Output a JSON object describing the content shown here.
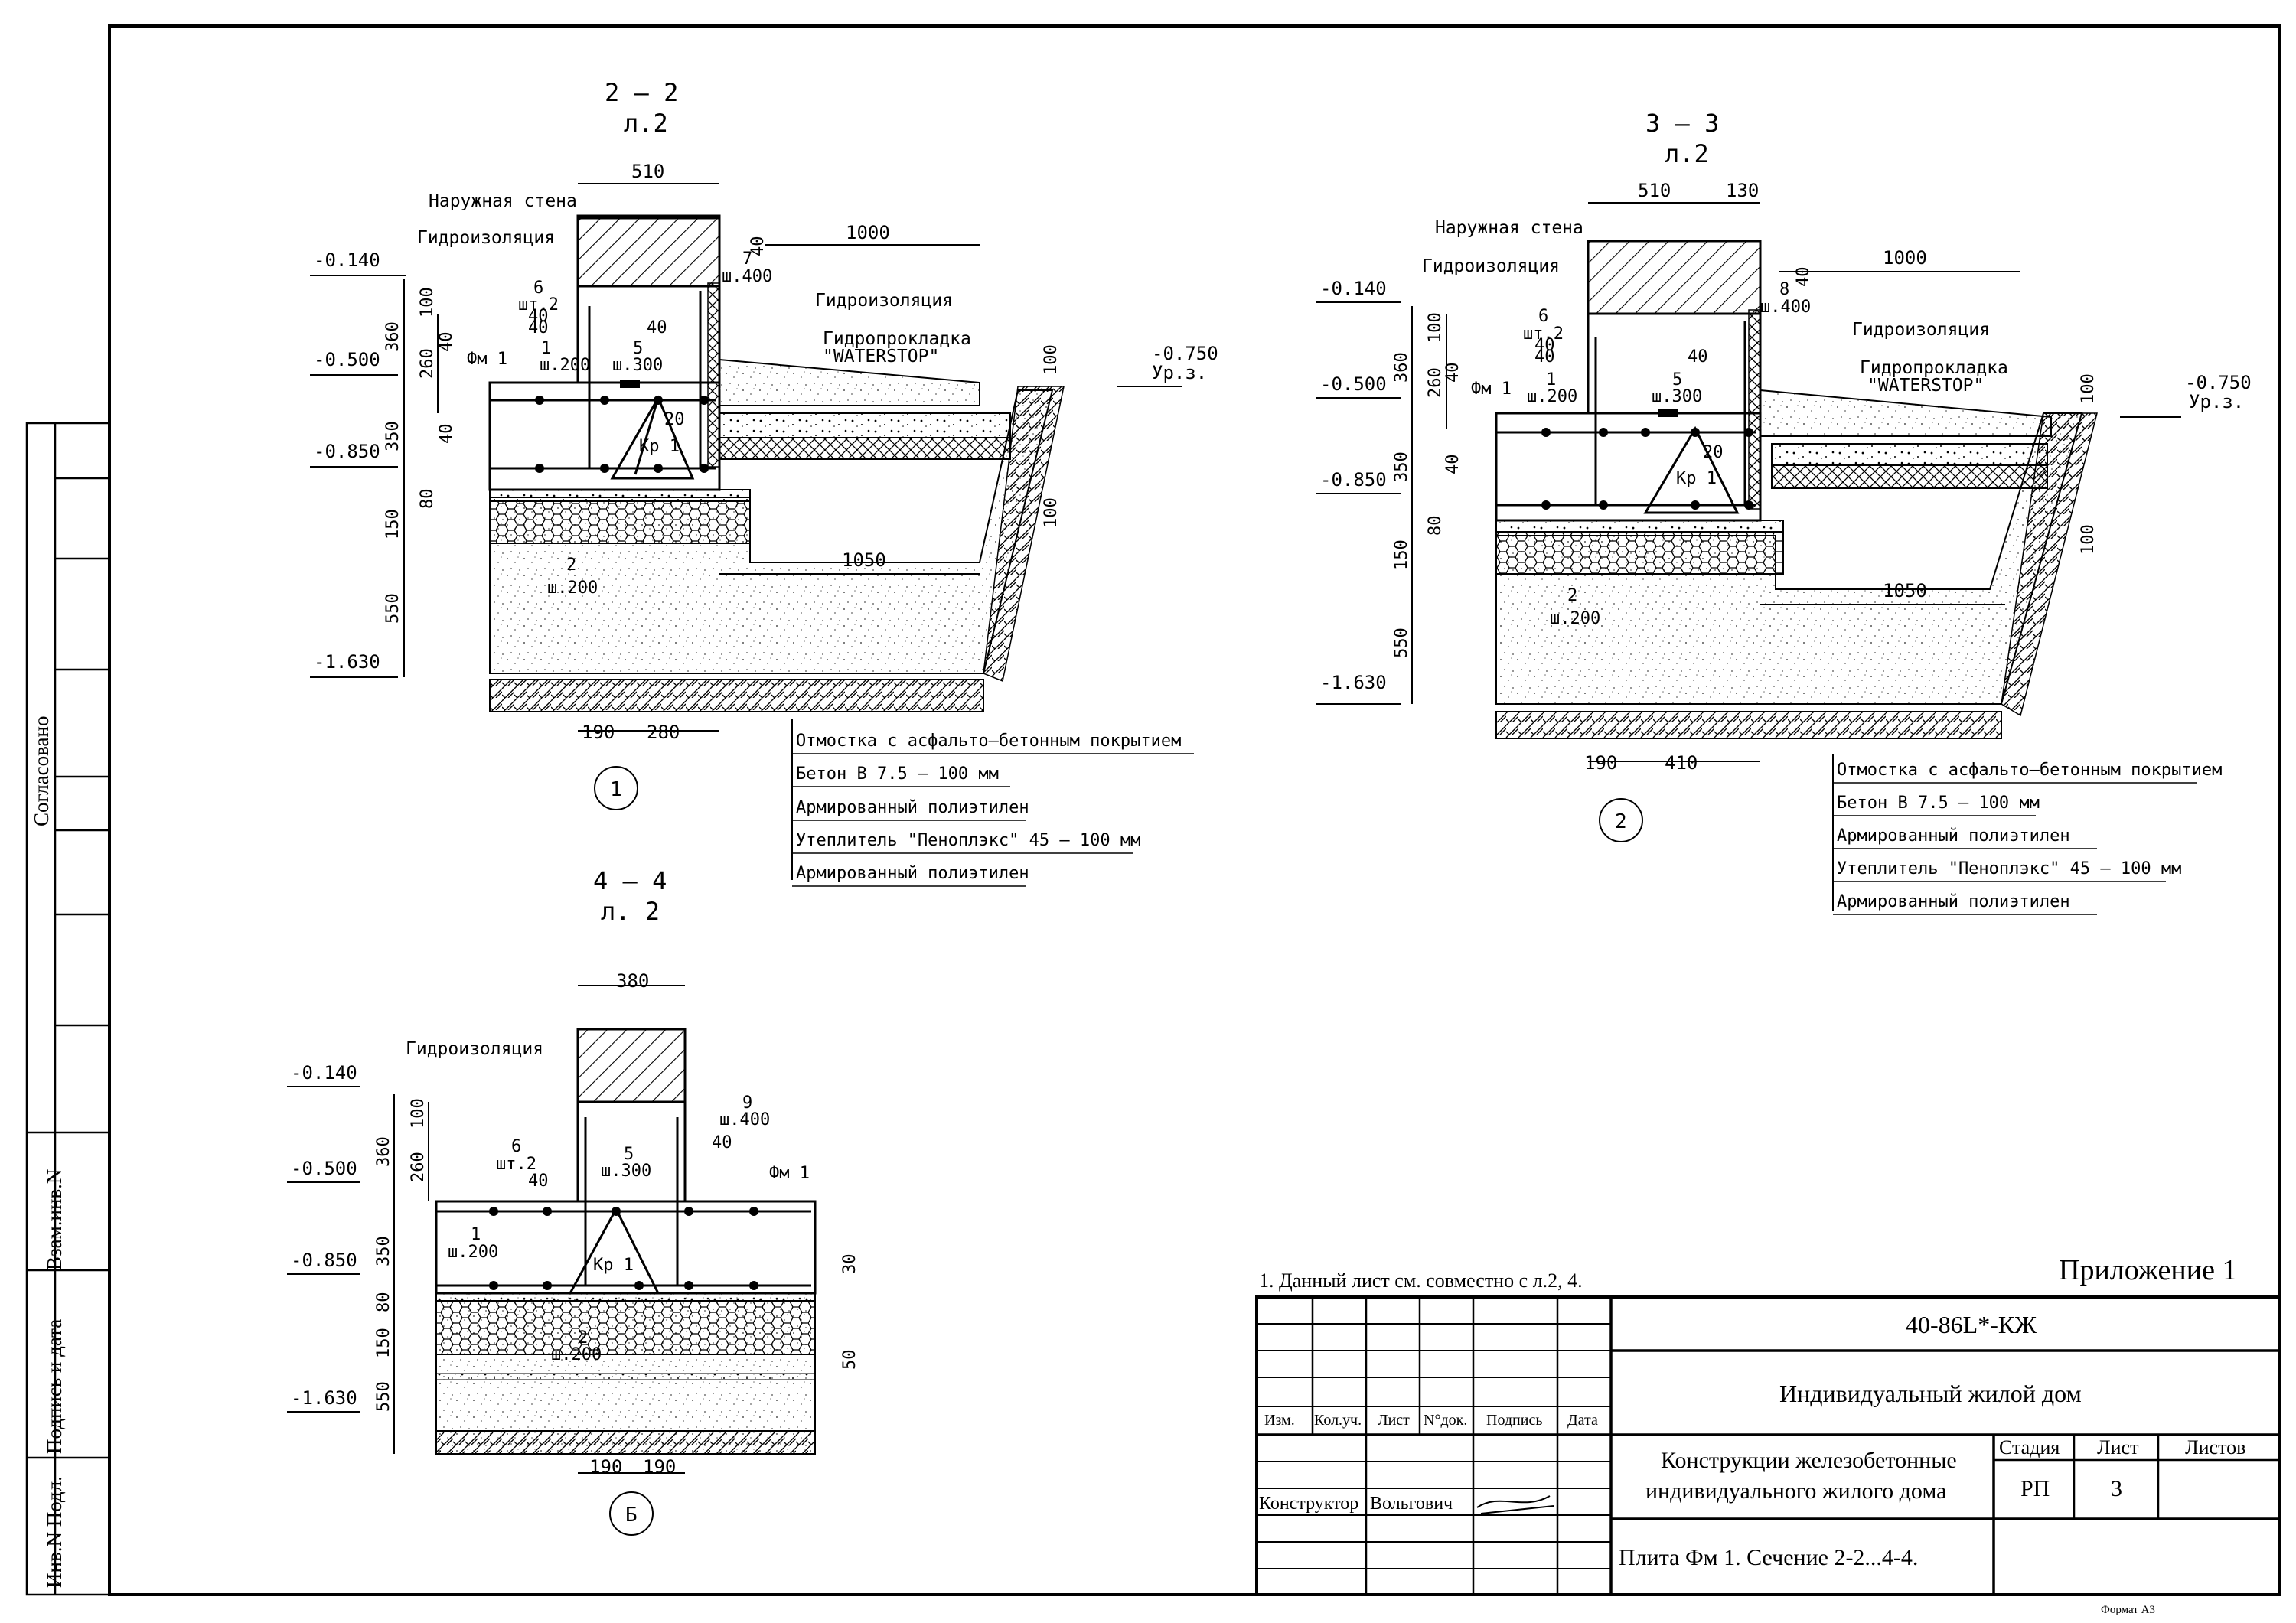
{
  "sheet": {
    "appendix": "Приложение 1",
    "note": "1. Данный лист см. совместно с л.2, 4.",
    "format": "Формат А3"
  },
  "side_stamp": {
    "agreed": "Согласовано",
    "replace_inv": "Взам.инв.N",
    "sign_date": "Подпись и дата",
    "inv_orig": "Инв.N Подл."
  },
  "title_block": {
    "code": "40-86L*-КЖ",
    "project": "Индивидуальный жилой дом",
    "object_line1": "Конструкции железобетонные",
    "object_line2": "индивидуального жилого дома",
    "sheet_title": "Плита Фм 1. Сечение 2-2...4-4.",
    "headers": [
      "Изм.",
      "Кол.уч.",
      "Лист",
      "N°док.",
      "Подпись",
      "Дата"
    ],
    "stage_label": "Стадия",
    "sheet_label": "Лист",
    "sheets_label": "Листов",
    "stage": "РП",
    "sheet_no": "3",
    "role": "Конструктор",
    "name": "Вольгович"
  },
  "sections": {
    "s22": {
      "title": "2 – 2",
      "ref": "л.2",
      "dims_top": [
        "510",
        "1000"
      ],
      "levels": [
        "-0.140",
        "-0.500",
        "-0.850",
        "-1.630",
        "-0.750",
        "Ур.з."
      ],
      "dims_left": [
        "360",
        "260",
        "100",
        "40",
        "350",
        "40",
        "80",
        "150",
        "550"
      ],
      "labels": [
        "Наружная стена",
        "Гидроизоляция",
        "Гидроизоляция",
        "Гидропрокладка",
        "\"WATERSTOP\""
      ],
      "marks": [
        "6",
        "шт.2",
        "1",
        "ш.200",
        "Фм 1",
        "5",
        "ш.300",
        "7",
        "ш.400",
        "40",
        "40",
        "40",
        "40",
        "20",
        "Кр 1",
        "2",
        "ш.200",
        "100",
        "100",
        "1050"
      ],
      "dims_bottom": [
        "190",
        "280"
      ],
      "axis": "1",
      "legend": [
        "Отмостка с асфальто–бетонным покрытием",
        "Бетон В 7.5 – 100 мм",
        "Армированный полиэтилен",
        "Утеплитель \"Пеноплэкс\" 45 – 100 мм",
        "Армированный полиэтилен"
      ]
    },
    "s33": {
      "title": "3 – 3",
      "ref": "л.2",
      "dims_top": [
        "510",
        "130",
        "1000"
      ],
      "levels": [
        "-0.140",
        "-0.500",
        "-0.850",
        "-1.630",
        "-0.750",
        "Ур.з."
      ],
      "dims_left": [
        "360",
        "260",
        "100",
        "40",
        "350",
        "40",
        "80",
        "150",
        "550"
      ],
      "labels": [
        "Наружная стена",
        "Гидроизоляция",
        "Гидроизоляция",
        "Гидропрокладка",
        "\"WATERSTOP\""
      ],
      "marks": [
        "6",
        "шт.2",
        "1",
        "ш.200",
        "Фм 1",
        "5",
        "ш.300",
        "8",
        "ш.400",
        "40",
        "40",
        "40",
        "40",
        "20",
        "Кр 1",
        "2",
        "ш.200",
        "100",
        "100",
        "1050"
      ],
      "dims_bottom": [
        "190",
        "410"
      ],
      "axis": "2",
      "legend": [
        "Отмостка с асфальто–бетонным покрытием",
        "Бетон В 7.5 – 100 мм",
        "Армированный полиэтилен",
        "Утеплитель \"Пеноплэкс\" 45 – 100 мм",
        "Армированный полиэтилен"
      ]
    },
    "s44": {
      "title": "4 – 4",
      "ref": "л. 2",
      "dims_top": [
        "380"
      ],
      "levels": [
        "-0.140",
        "-0.500",
        "-0.850",
        "-1.630"
      ],
      "dims_left": [
        "360",
        "260",
        "100",
        "350",
        "80",
        "150",
        "550"
      ],
      "labels": [
        "Гидроизоляция"
      ],
      "marks": [
        "6",
        "шт.2",
        "40",
        "5",
        "ш.300",
        "9",
        "ш.400",
        "40",
        "Фм 1",
        "1",
        "ш.200",
        "Кр 1",
        "2",
        "ш.200",
        "30",
        "50"
      ],
      "dims_bottom": [
        "190",
        "190"
      ],
      "axis": "Б"
    }
  }
}
